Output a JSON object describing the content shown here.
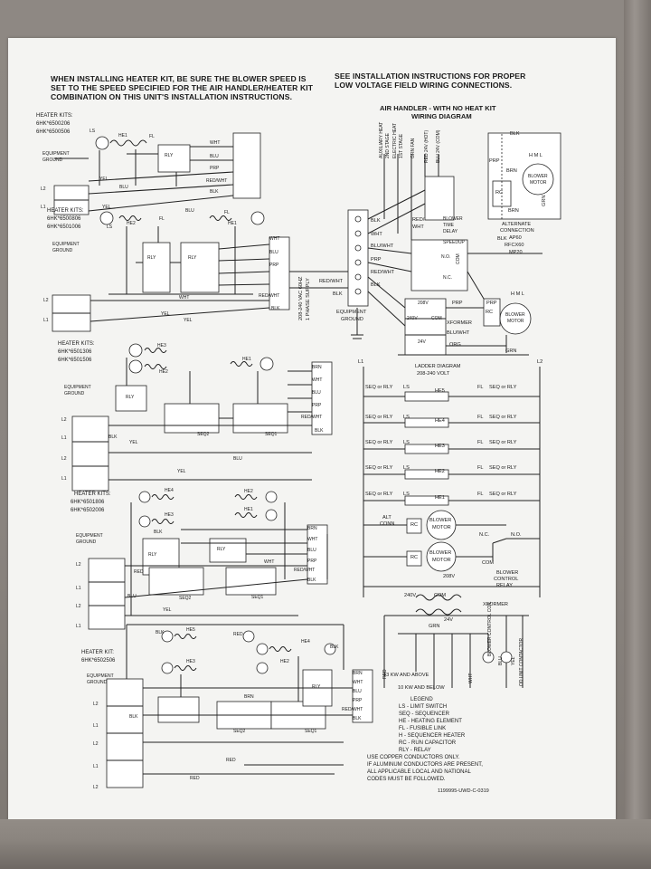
{
  "header": {
    "left_l1": "WHEN INSTALLING HEATER KIT, BE SURE THE BLOWER SPEED IS",
    "left_l2": "SET TO THE SPEED SPECIFIED FOR THE AIR HANDLER/HEATER KIT",
    "left_l3": "COMBINATION ON THIS UNIT'S INSTALLATION INSTRUCTIONS.",
    "right_l1": "SEE INSTALLATION INSTRUCTIONS FOR PROPER",
    "right_l2": "LOW VOLTAGE FIELD WIRING CONNECTIONS."
  },
  "kits": [
    {
      "title": "HEATER KITS:",
      "models": [
        "6HK*6500206",
        "6HK*6500506"
      ]
    },
    {
      "title": "HEATER KITS:",
      "models": [
        "6HK*6500806",
        "6HK*6501006"
      ]
    },
    {
      "title": "HEATER KITS:",
      "models": [
        "6HK*6501306",
        "6HK*6501506"
      ]
    },
    {
      "title": "HEATER KITS:",
      "models": [
        "6HK*6501806",
        "6HK*6502006"
      ]
    },
    {
      "title": "HEATER KIT:",
      "models": [
        "6HK*6502506"
      ]
    }
  ],
  "common": {
    "equipment_ground": "EQUIPMENT",
    "ground": "GROUND",
    "l1": "L1",
    "l2": "L2",
    "he1": "HE1",
    "he2": "HE2",
    "he3": "HE3",
    "he4": "HE4",
    "he5": "HE5",
    "ls": "LS",
    "fl": "FL",
    "rly": "RLY",
    "seq1": "SEQ1",
    "seq2": "SEQ2",
    "wht": "WHT",
    "blu": "BLU",
    "prp": "PRP",
    "red_wht": "RED/WHT",
    "blk": "BLK",
    "yel": "YEL",
    "brn": "BRN",
    "red": "RED",
    "grn": "GRN",
    "org": "ORG",
    "blu_wht": "BLU/WHT"
  },
  "supply": {
    "l1": "208-240 VAC 60HZ",
    "l2": "1 PHASE SUPPLY"
  },
  "air_handler": {
    "title_l1": "AIR HANDLER - WITH NO HEAT KIT",
    "title_l2": "WIRING DIAGRAM",
    "v_labels": [
      "AUXILIARY HEAT",
      "2ND STAGE",
      "ELECTRIC HEAT",
      "1ST STAGE",
      "GRN FAN",
      "RED 24V (HOT)",
      "BLU 24V (COM)"
    ],
    "blower_time_delay": "BLOWER",
    "btd_l2": "TIME",
    "btd_l3": "DELAY",
    "speedup": "SPEEDUP",
    "no": "N.O.",
    "nc": "N.C.",
    "com": "COM",
    "red_wht_label": "RED/",
    "red_wht_label2": "WHT",
    "xformer": "XFORMER",
    "v208": "208V",
    "v240": "240V",
    "v24": "24V",
    "rc": "RC",
    "hml": "H M L",
    "blower_motor": "BLOWER",
    "motor": "MOTOR",
    "alternate_connection": "ALTERNATE",
    "alt_l2": "CONNECTION",
    "alt_models": [
      "AP60",
      "RFCX60",
      "MP20"
    ]
  },
  "ladder": {
    "title": "LADDER DIAGRAM",
    "voltage": "208-240 VOLT",
    "l1": "L1",
    "l2": "L2",
    "rungs": [
      {
        "left": "SEQ or RLY",
        "ls": "LS",
        "he": "HE5",
        "fl": "FL",
        "right": "SEQ or RLY"
      },
      {
        "left": "SEQ or RLY",
        "ls": "LS",
        "he": "HE4",
        "fl": "FL",
        "right": "SEQ or RLY"
      },
      {
        "left": "SEQ or RLY",
        "ls": "LS",
        "he": "HE3",
        "fl": "FL",
        "right": "SEQ or RLY"
      },
      {
        "left": "SEQ or RLY",
        "ls": "LS",
        "he": "HE2",
        "fl": "FL",
        "right": "SEQ or RLY"
      },
      {
        "left": "SEQ or RLY",
        "ls": "LS",
        "he": "HE1",
        "fl": "FL",
        "right": "SEQ or RLY"
      }
    ],
    "alt_conn": "ALT",
    "alt_conn2": "CONN",
    "blower_motor": "BLOWER",
    "motor": "MOTOR",
    "nc": "N.C.",
    "no": "N.O.",
    "com": "COM",
    "blower_control_relay": "BLOWER",
    "bcr_l2": "CONTROL",
    "bcr_l3": "RELAY",
    "v208": "208V",
    "v240": "240V",
    "xformer": "XFORMER",
    "v24": "24V",
    "kw13": "13 KW AND ABOVE",
    "kw10": "10 KW AND BELOW",
    "v_labels": [
      "GRN",
      "BLOWER CONTROL COIL",
      "BLU",
      "YEL",
      "OD UNIT CONTACTOR",
      "RED",
      "WHT"
    ]
  },
  "legend": {
    "title": "LEGEND",
    "items": [
      "LS - LIMIT SWITCH",
      "SEQ - SEQUENCER",
      "HE - HEATING ELEMENT",
      "FL - FUSIBLE LINK",
      "H - SEQUENCER HEATER",
      "RC - RUN CAPACITOR",
      "RLY - RELAY"
    ],
    "note_l1": "USE COPPER CONDUCTORS ONLY.",
    "note_l2": "IF ALUMINUM CONDUCTORS ARE PRESENT,",
    "note_l3": "ALL APPLICABLE LOCAL AND NATIONAL",
    "note_l4": "CODES MUST BE FOLLOWED.",
    "part_no": "1199995-UWD-C-0319"
  }
}
